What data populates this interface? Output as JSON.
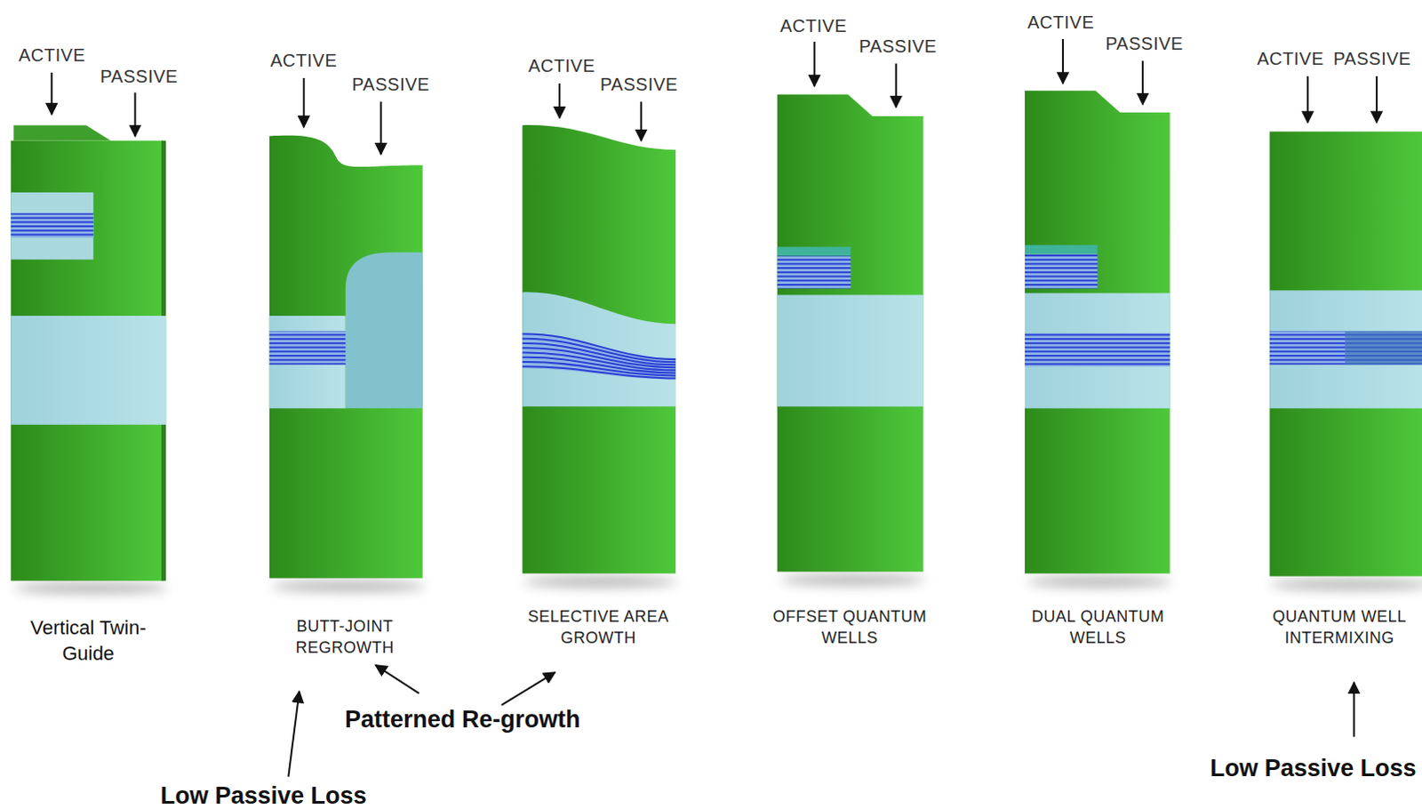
{
  "diagram": {
    "labels": [
      "ACTIVE",
      "PASSIVE",
      "Vertical Twin-Guide",
      "ACTIVE",
      "PASSIVE",
      "BUTT-JOINT REGROWTH",
      "ACTIVE",
      "PASSIVE",
      "SELECTIVE AREA GROWTH",
      "ACTIVE",
      "PASSIVE",
      "OFFSET QUANTUM WELLS",
      "ACTIVE",
      "PASSIVE",
      "DUAL QUANTUM WELLS",
      "ACTIVE",
      "PASSIVE",
      "QUANTUM WELL INTERMIXING",
      "Patterned Re-growth",
      "Low Passive Loss",
      "Low Passive Loss"
    ]
  }
}
